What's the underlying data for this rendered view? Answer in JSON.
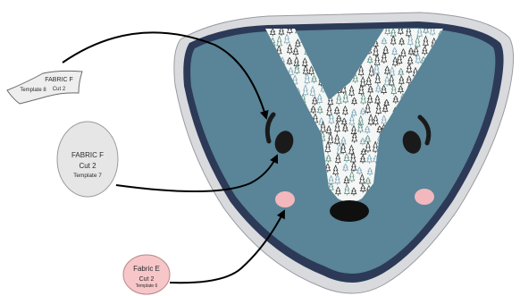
{
  "labels": {
    "fabric_f_small": {
      "line1": "FABRIC F",
      "line2a": "Template 8",
      "line2b": "Cut 2"
    },
    "fabric_f_oval": {
      "line1": "FABRIC F",
      "line2": "Cut 2",
      "line3": "Template 7"
    },
    "fabric_e_oval": {
      "line1": "Fabric E",
      "line2": "Cut 2",
      "line3": "Template 6"
    }
  },
  "colors": {
    "outer_border": "#d9dade",
    "dark_border": "#2c3a57",
    "face_fill": "#5a8497",
    "snout_fill": "#f4f7f5",
    "tree_green": "#5f8f86",
    "tree_blue": "#7fa6bb",
    "tree_dark": "#3a3a3a",
    "eye": "#1a1a1a",
    "nose": "#0f0f0f",
    "cheek": "#f2b8bd",
    "fabric_e_fill": "#f6c6c9",
    "fabric_f_fill": "#e6e6e6",
    "arrow": "#000000"
  }
}
